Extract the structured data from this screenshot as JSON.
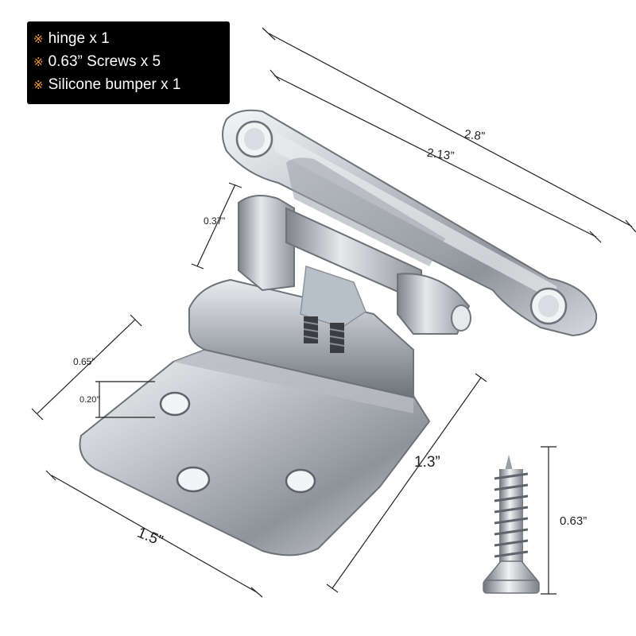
{
  "legend": {
    "bullet": "※",
    "items": [
      {
        "label": "hinge x 1"
      },
      {
        "label": "0.63” Screws x 5"
      },
      {
        "label": "Silicone bumper x 1"
      }
    ]
  },
  "dimensions": {
    "overall_width": "2.8”",
    "hole_spacing": "2.13”",
    "knuckle_height": "0.37”",
    "plate_offset": "0.65”",
    "hole_offset": "0.20”",
    "plate_length": "1.3”",
    "plate_width": "1.5”",
    "screw_length": "0.63”"
  },
  "colors": {
    "legend_bg": "#000000",
    "legend_text": "#ffffff",
    "legend_bullet": "#f39c34",
    "metal": "#c9cdd2",
    "dimension_line": "#222222"
  }
}
